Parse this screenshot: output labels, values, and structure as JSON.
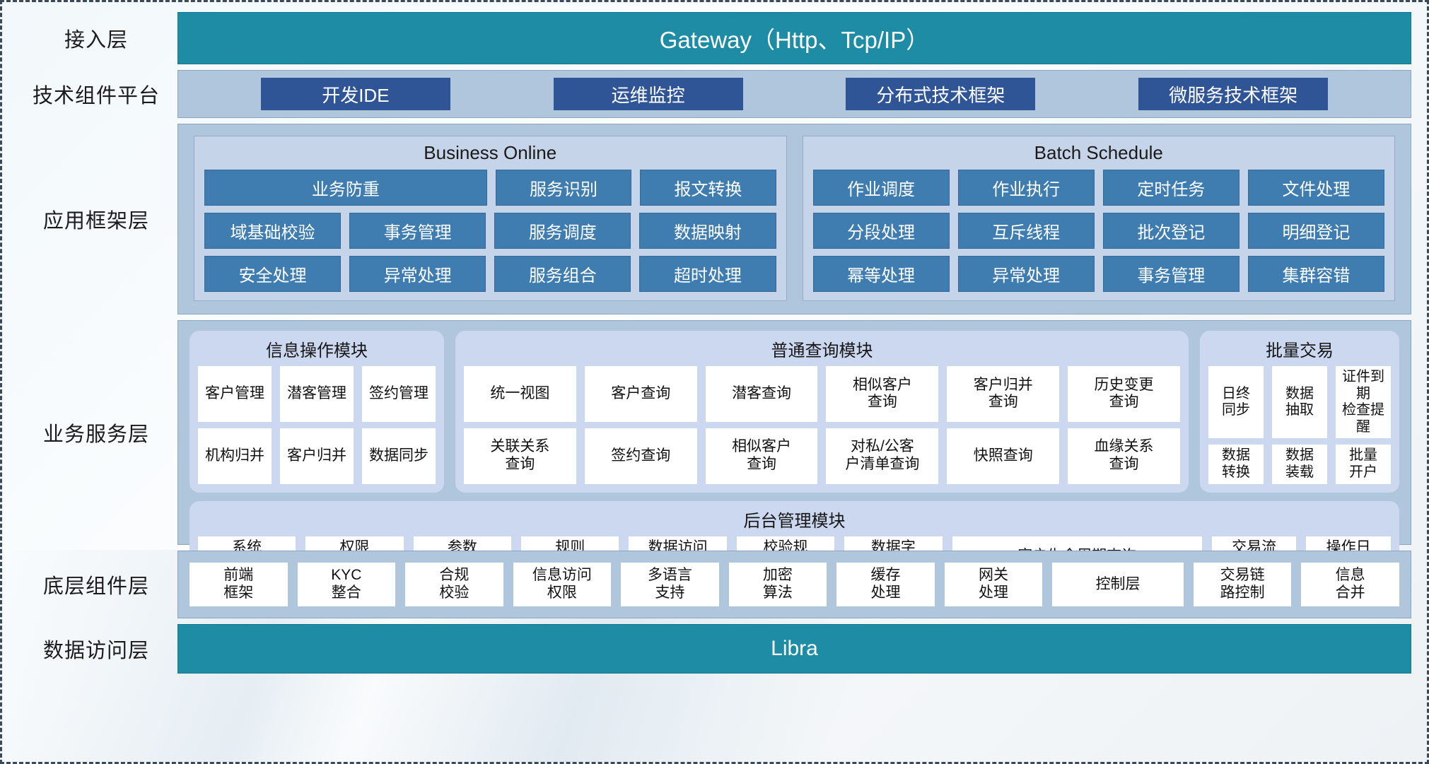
{
  "layers": {
    "access": {
      "label": "接入层",
      "gateway": "Gateway（Http、Tcp/IP）"
    },
    "tech": {
      "label": "技术组件平台",
      "items": [
        "开发IDE",
        "运维监控",
        "分布式技术框架",
        "微服务技术框架"
      ]
    },
    "appframework": {
      "label": "应用框架层",
      "panels": [
        {
          "title": "Business Online",
          "rows": [
            [
              {
                "text": "业务防重",
                "wide": true
              },
              {
                "text": "服务识别"
              },
              {
                "text": "报文转换"
              }
            ],
            [
              {
                "text": "域基础校验"
              },
              {
                "text": "事务管理"
              },
              {
                "text": "服务调度"
              },
              {
                "text": "数据映射"
              }
            ],
            [
              {
                "text": "安全处理"
              },
              {
                "text": "异常处理"
              },
              {
                "text": "服务组合"
              },
              {
                "text": "超时处理"
              }
            ]
          ]
        },
        {
          "title": "Batch Schedule",
          "rows": [
            [
              {
                "text": "作业调度"
              },
              {
                "text": "作业执行"
              },
              {
                "text": "定时任务"
              },
              {
                "text": "文件处理"
              }
            ],
            [
              {
                "text": "分段处理"
              },
              {
                "text": "互斥线程"
              },
              {
                "text": "批次登记"
              },
              {
                "text": "明细登记"
              }
            ],
            [
              {
                "text": "幂等处理"
              },
              {
                "text": "异常处理"
              },
              {
                "text": "事务管理"
              },
              {
                "text": "集群容错"
              }
            ]
          ]
        }
      ]
    },
    "bizservice": {
      "label": "业务服务层",
      "modules_top": [
        {
          "title": "信息操作模块",
          "rows": [
            [
              "客户管理",
              "潜客管理",
              "签约管理"
            ],
            [
              "机构归并",
              "客户归并",
              "数据同步"
            ]
          ]
        },
        {
          "title": "普通查询模块",
          "rows": [
            [
              "统一视图",
              "客户查询",
              "潜客查询",
              "相似客户\n查询",
              "客户归并\n查询",
              "历史变更\n查询"
            ],
            [
              "关联关系\n查询",
              "签约查询",
              "相似客户\n查询",
              "对私/公客\n户清单查询",
              "快照查询",
              "血缘关系\n查询"
            ]
          ]
        },
        {
          "title": "批量交易",
          "rows": [
            [
              "日终\n同步",
              "数据\n抽取",
              "证件到期\n检查提醒"
            ],
            [
              "数据\n转换",
              "数据\n装载",
              "批量\n开户"
            ]
          ]
        }
      ],
      "module_admin": {
        "title": "后台管理模块",
        "items": [
          {
            "text": "系统\n管理"
          },
          {
            "text": "权限\n管理"
          },
          {
            "text": "参数\n管理"
          },
          {
            "text": "规则\n配置"
          },
          {
            "text": "数据访问\n控制"
          },
          {
            "text": "校验规\n则管理"
          },
          {
            "text": "数据字\n典管理"
          },
          {
            "text": "客户生命周期查询",
            "wide": true
          },
          {
            "text": "交易流\n水查询",
            "narrow": true
          },
          {
            "text": "操作日\n志查询",
            "narrow": true
          }
        ]
      }
    },
    "components": {
      "label": "底层组件层",
      "items": [
        {
          "text": "前端\n框架"
        },
        {
          "text": "KYC\n整合"
        },
        {
          "text": "合规\n校验"
        },
        {
          "text": "信息访问\n权限"
        },
        {
          "text": "多语言\n支持"
        },
        {
          "text": "加密\n算法"
        },
        {
          "text": "缓存\n处理"
        },
        {
          "text": "网关\n处理"
        },
        {
          "text": "控制层",
          "wide": true
        },
        {
          "text": "交易链\n路控制"
        },
        {
          "text": "信息\n合并"
        }
      ]
    },
    "dataaccess": {
      "label": "数据访问层",
      "title": "Libra"
    }
  },
  "colors": {
    "teal": "#1d8ca4",
    "band": "#b0c6dd",
    "panel": "#c5d4e8",
    "module": "#ccd8ef",
    "cell_blue": "#3f7cb0",
    "cell_dark_blue": "#2f5597",
    "cell_white": "#ffffff"
  }
}
